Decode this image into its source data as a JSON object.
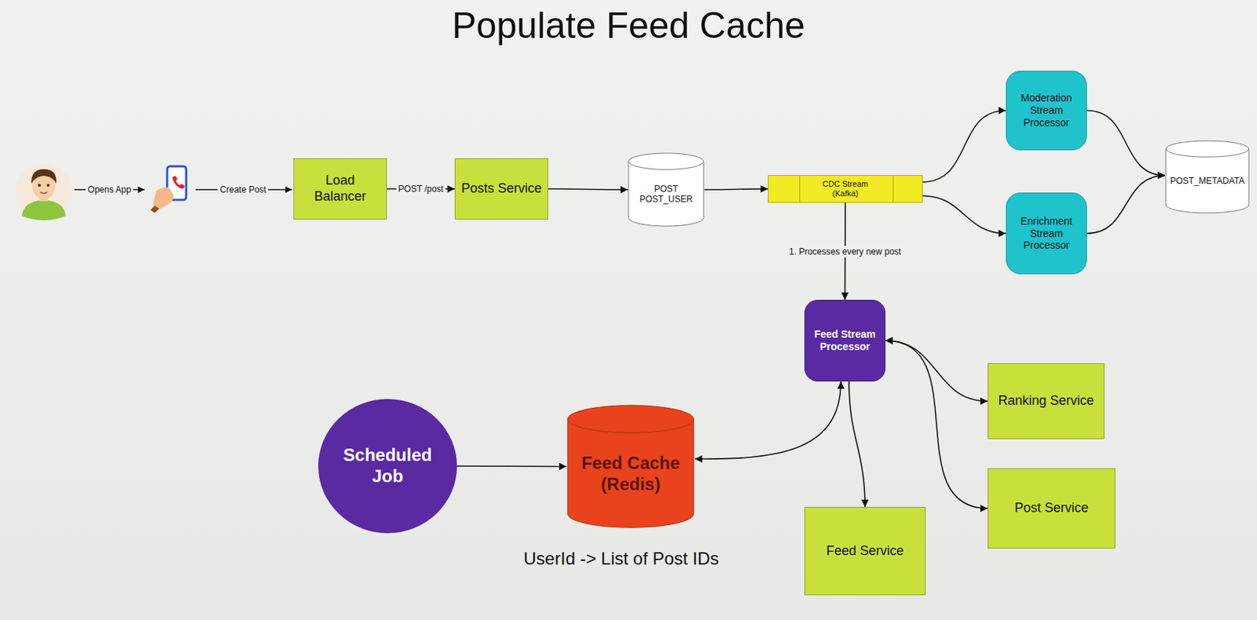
{
  "diagram": {
    "title": "Populate Feed Cache",
    "nodes": [
      {
        "text": [
          "Load Balancer"
        ]
      },
      {
        "text": [
          "Posts Service"
        ]
      },
      {
        "text": [
          "POST",
          "POST_USER"
        ]
      },
      {
        "text": [
          "CDC Stream (Kafka)"
        ]
      },
      {
        "text": [
          "Moderation Stream Processor"
        ]
      },
      {
        "text": [
          "Enrichment Stream Processor"
        ]
      },
      {
        "text": [
          "POST_METADATA"
        ]
      },
      {
        "text": [
          "Feed Stream Processor"
        ]
      },
      {
        "text": [
          "Ranking Service"
        ]
      },
      {
        "text": [
          "Post Service"
        ]
      },
      {
        "text": [
          "Scheduled Job"
        ]
      },
      {
        "text": [
          "Feed Cache (Redis)"
        ]
      },
      {
        "text": [
          "Feed Service"
        ]
      }
    ],
    "edges": [
      {
        "from": 0,
        "to": 1,
        "label": "POST /post",
        "arrow": "to"
      },
      {
        "from": 1,
        "to": 2,
        "arrow": "to"
      },
      {
        "from": 2,
        "to": 3,
        "arrow": "to"
      },
      {
        "from": 3,
        "to": 4,
        "arrow": "to"
      },
      {
        "from": 3,
        "to": 5,
        "arrow": "to"
      },
      {
        "from": 4,
        "to": 6,
        "arrow": "to"
      },
      {
        "from": 5,
        "to": 6,
        "arrow": "to"
      },
      {
        "from": 3,
        "to": 7,
        "label": "1. Processes every new post",
        "arrow": "to"
      },
      {
        "from": 7,
        "to": 8,
        "arrow": "both"
      },
      {
        "from": 7,
        "to": 9,
        "arrow": "both"
      },
      {
        "from": 7,
        "to": 11,
        "arrow": "both"
      },
      {
        "from": 7,
        "to": 12,
        "arrow": "to"
      },
      {
        "from": 10,
        "to": 11,
        "arrow": "to"
      }
    ],
    "labels": [
      "Opens App",
      "Create Post",
      "UserId -> List of Post IDs"
    ]
  }
}
